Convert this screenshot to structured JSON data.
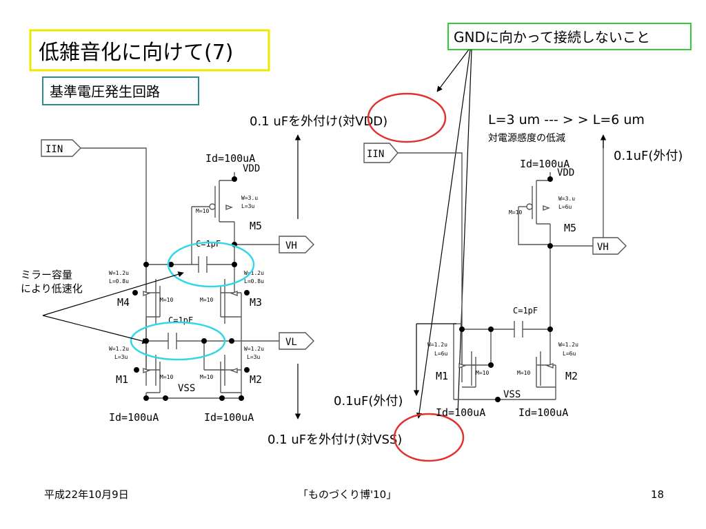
{
  "slide": {
    "title": "低雑音化に向けて(7)",
    "subtitle": "基準電圧発生回路",
    "callout_gnd": "GNDに向かって接続しないこと",
    "footer_date": "平成22年10月9日",
    "footer_event": "「ものづくり博'10」",
    "page_number": "18",
    "colors": {
      "title_border": "#f2e600",
      "subtitle_border": "#2b8c8c",
      "callout_border": "#33cc33",
      "ellipse_red": "#e03030",
      "ellipse_cyan": "#33d6e6"
    }
  },
  "left": {
    "vdd_note": "0.1 uFを外付け(対VDD)",
    "vss_note": "0.1 uFを外付け(対VSS)",
    "miller_line1": "ミラー容量",
    "miller_line2": "により低速化",
    "pin_iin": "IIN",
    "pin_vh": "VH",
    "pin_vl": "VL",
    "id_top": "Id=100uA",
    "id_bl": "Id=100uA",
    "id_br": "Id=100uA",
    "vdd": "VDD",
    "vss": "VSS",
    "m5": "M5",
    "m4": "M4",
    "m3": "M3",
    "m1": "M1",
    "m2": "M2",
    "m5_w": "W=3.u",
    "m5_l": "L=3u",
    "m5_m": "M=10",
    "m4_w": "W=1.2u",
    "m4_l": "L=0.8u",
    "m4_m": "M=10",
    "m3_w": "W=1.2u",
    "m3_l": "L=0.8u",
    "m3_m": "M=10",
    "m1_w": "W=1.2u",
    "m1_l": "L=3u",
    "m1_m": "M=10",
    "m2_w": "W=1.2u",
    "m2_l": "L=3u",
    "m2_m": "M=10",
    "cap_top": "C=1pF",
    "cap_bot": "C=1pF"
  },
  "right": {
    "l_change": "L=3 um --- > > L=6 um",
    "sensitivity": "対電源感度の低減",
    "ext_top": "0.1uF(外付)",
    "ext_bottom": "0.1uF(外付)",
    "pin_iin": "IIN",
    "pin_vh": "VH",
    "id_top": "Id=100uA",
    "id_bl": "Id=100uA",
    "id_br": "Id=100uA",
    "vdd": "VDD",
    "vss": "VSS",
    "m5": "M5",
    "m1": "M1",
    "m2": "M2",
    "m5_w": "W=3.u",
    "m5_l": "L=6u",
    "m5_m": "M=10",
    "m1_w": "W=1.2u",
    "m1_l": "L=6u",
    "m1_m": "M=10",
    "m2_w": "W=1.2u",
    "m2_l": "L=6u",
    "m2_m": "M=10",
    "cap": "C=1pF"
  }
}
